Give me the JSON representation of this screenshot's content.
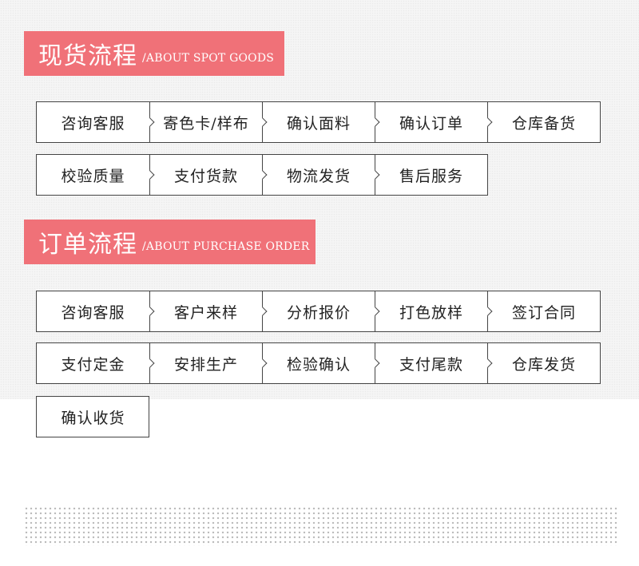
{
  "spot": {
    "title": "现货流程",
    "subtitle": "/ABOUT SPOT GOODS",
    "row1": [
      "咨询客服",
      "寄色卡/样布",
      "确认面料",
      "确认订单",
      "仓库备货"
    ],
    "row2": [
      "校验质量",
      "支付货款",
      "物流发货",
      "售后服务"
    ]
  },
  "order": {
    "title": "订单流程",
    "subtitle": "/ABOUT PURCHASE ORDER",
    "row1": [
      "咨询客服",
      "客户来样",
      "分析报价",
      "打色放样",
      "签订合同"
    ],
    "row2": [
      "支付定金",
      "安排生产",
      "检验确认",
      "支付尾款",
      "仓库发货"
    ],
    "row3": [
      "确认收货"
    ]
  }
}
